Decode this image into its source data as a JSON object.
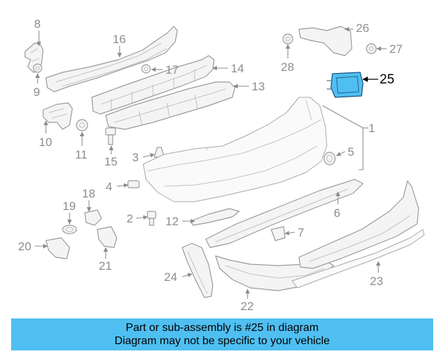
{
  "callouts": [
    "1",
    "2",
    "3",
    "4",
    "5",
    "6",
    "7",
    "8",
    "9",
    "10",
    "11",
    "12",
    "13",
    "14",
    "15",
    "16",
    "17",
    "18",
    "19",
    "20",
    "21",
    "22",
    "23",
    "24",
    "25",
    "26",
    "27",
    "28"
  ],
  "highlighted_part": "25",
  "colors": {
    "banner": "#4fbff2",
    "highlight": "#4fbff2",
    "line_art": "#9a9a9a"
  },
  "banner": {
    "line1": "Part or sub-assembly is #25 in diagram",
    "line2": "Diagram may not be specific to your vehicle"
  }
}
